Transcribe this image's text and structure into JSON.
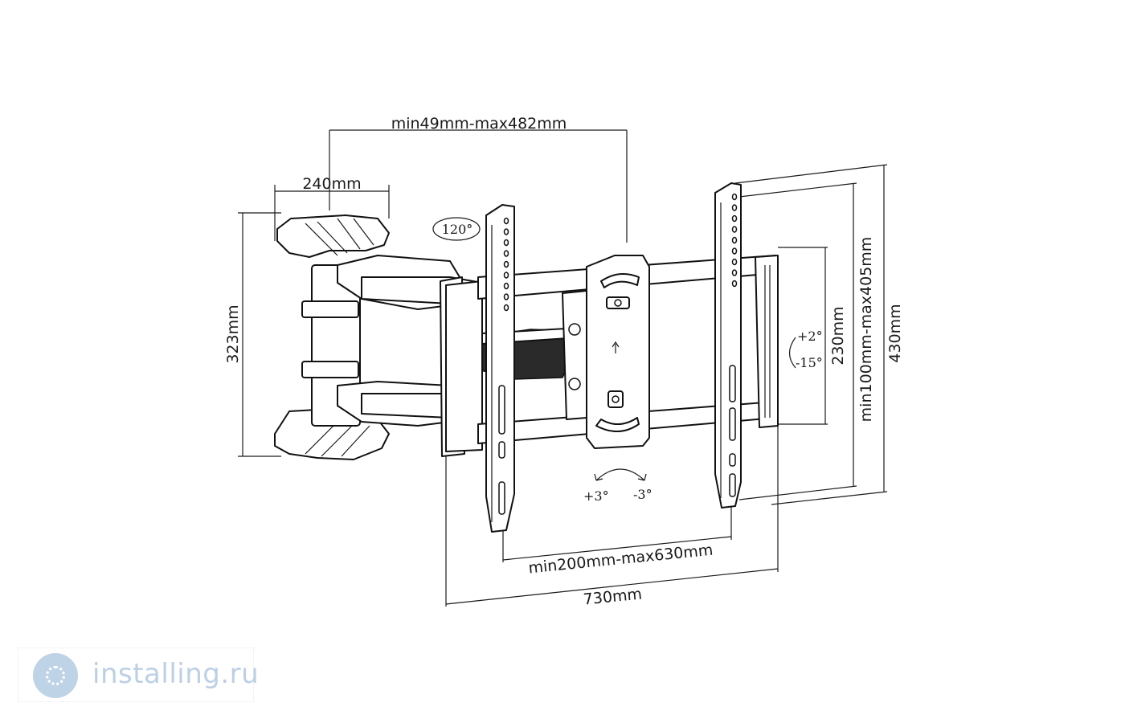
{
  "dimensions": {
    "top_span": "min49mm-max482mm",
    "arm_width": "240mm",
    "wall_plate_height": "323mm",
    "swivel_angle": "120°",
    "tilt_up": "+2°",
    "tilt_down": "-15°",
    "rotate_plus": "+3°",
    "rotate_minus": "-3°",
    "inner_height": "230mm",
    "vesa_vertical": "min100mm-max405mm",
    "total_height": "430mm",
    "vesa_horizontal": "min200mm-max630mm",
    "total_width": "730mm"
  },
  "watermark": {
    "text": "installing.ru",
    "icon": "installing-logo-icon"
  }
}
